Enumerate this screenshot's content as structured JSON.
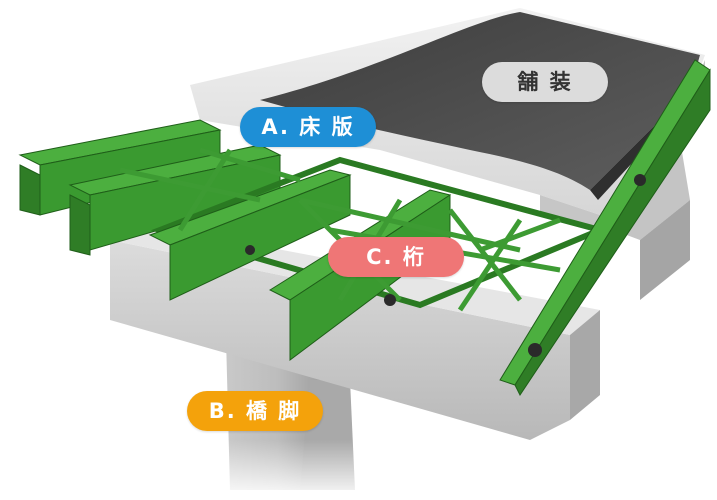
{
  "labels": {
    "deck": "A. 床 版",
    "pier": "B. 橋 脚",
    "girder": "C. 桁",
    "paving": "舗 装"
  },
  "colors": {
    "deck_label": "#1e8fd6",
    "girder_label": "#ef7676",
    "pier_label": "#f4a20b",
    "paving_label": "#dcdcdc",
    "steel": "#3a9a30",
    "concrete": "#d3d3d3",
    "asphalt": "#545454"
  }
}
